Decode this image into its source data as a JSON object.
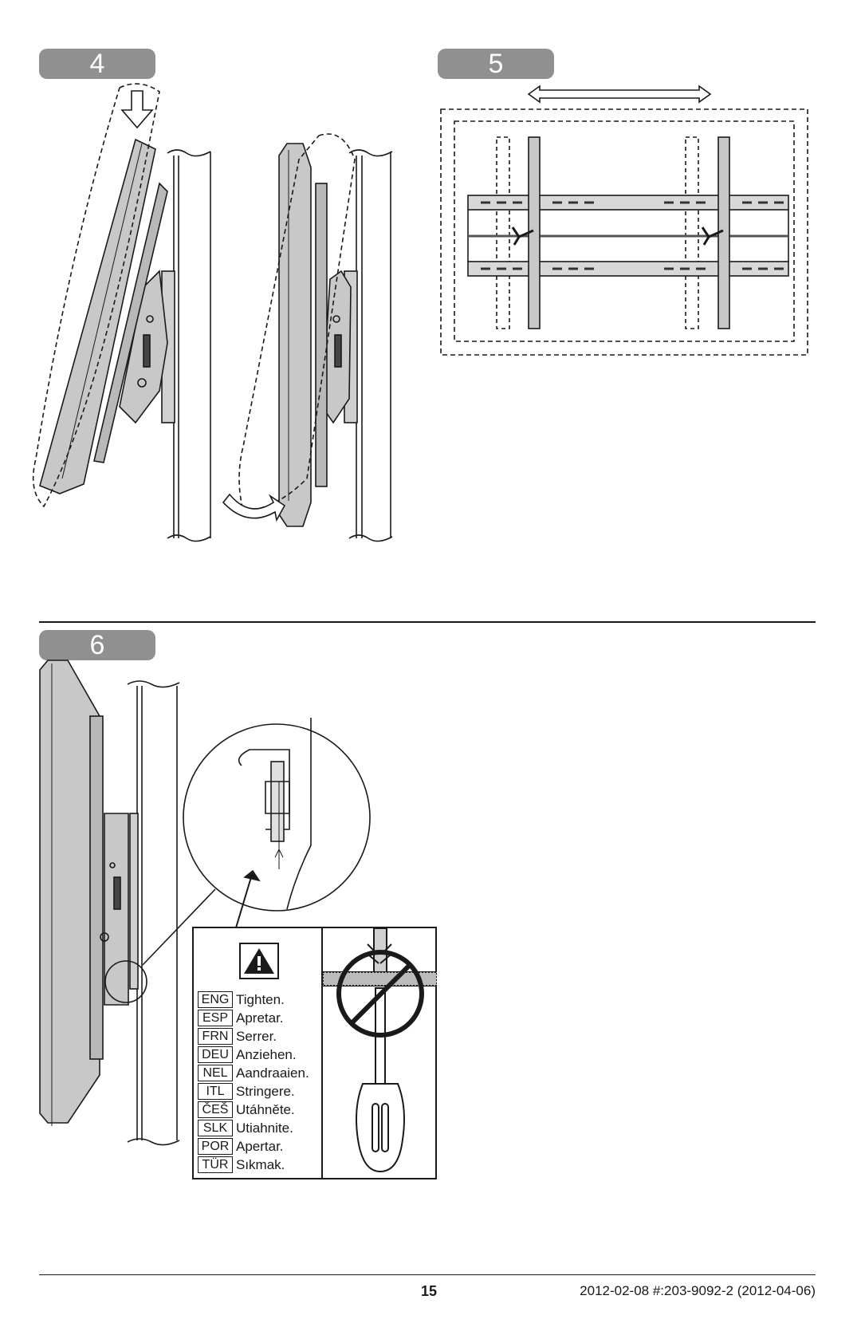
{
  "steps": {
    "step4": "4",
    "step5": "5",
    "step6": "6"
  },
  "warning": {
    "icon": "warning-triangle-icon",
    "forbidden_icon": "no-power-driver-icon",
    "instructions": [
      {
        "code": "ENG",
        "text": "Tighten."
      },
      {
        "code": "ESP",
        "text": "Apretar."
      },
      {
        "code": "FRN",
        "text": "Serrer."
      },
      {
        "code": "DEU",
        "text": "Anziehen."
      },
      {
        "code": "NEL",
        "text": "Aandraaien."
      },
      {
        "code": "ITL",
        "text": "Stringere."
      },
      {
        "code": "ČEŠ",
        "text": "Utáhněte."
      },
      {
        "code": "SLK",
        "text": "Utiahnite."
      },
      {
        "code": "POR",
        "text": "Apertar."
      },
      {
        "code": "TÜR",
        "text": "Sıkmak."
      }
    ]
  },
  "footer": {
    "page_number": "15",
    "doc_ref": "2012-02-08 #:203-9092-2 (2012-04-06)"
  },
  "colors": {
    "badge": "#909090",
    "tv_fill": "#c8c8c8",
    "line": "#1a1a1a"
  }
}
